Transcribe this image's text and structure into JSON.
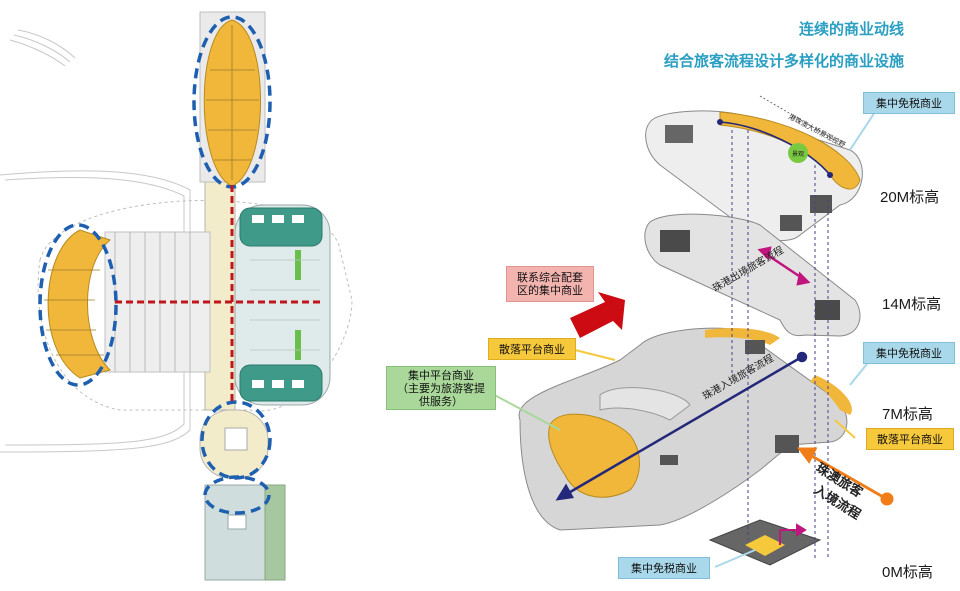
{
  "titles": {
    "line1": "连续的商业动线",
    "line2": "结合旅客流程设计多样化的商业设施"
  },
  "levels": {
    "l20": "20M标高",
    "l14": "14M标高",
    "l7": "7M标高",
    "l0": "0M标高"
  },
  "callouts": {
    "duty_free_top": "集中免税商业",
    "duty_free_mid": "集中免税商业",
    "duty_free_bottom": "集中免税商业",
    "scatter_left": "散落平台商业",
    "scatter_right": "散落平台商业",
    "platform_line1": "集中平台商业",
    "platform_line2": "（主要为旅游客提",
    "platform_line3": "供服务）",
    "linked_line1": "联系综合配套",
    "linked_line2": "区的集中商业"
  },
  "flows": {
    "hk_zhuhai_departure": "珠港出境旅客流程",
    "zhuhai_hk_arrival": "珠港入境旅客流程",
    "zhuhai_macau_line1": "珠澳旅客",
    "zhuhai_macau_line2": "入境流程",
    "bridge_view": "港珠澳大桥景观视野",
    "landscape": "景观"
  },
  "colors": {
    "title": "#2a9fc2",
    "retail": "#f0b73a",
    "dashed_outline": "#1f5fb0",
    "connector_red": "#c0151b",
    "flow_navy": "#23287a",
    "flow_magenta": "#c0167e",
    "flow_orange": "#f07d18",
    "big_arrow": "#cc0c12"
  }
}
